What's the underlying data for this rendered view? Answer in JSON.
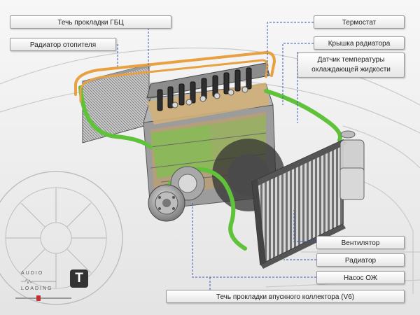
{
  "labels": {
    "head_gasket_leak": "Течь прокладки ГБЦ",
    "heater_radiator": "Радиатор отопителя",
    "thermostat": "Термостат",
    "radiator_cap": "Крышка радиатора",
    "coolant_temp_sensor": "Датчик температуры охлаждающей жидкости",
    "fan": "Вентилятор",
    "radiator": "Радиатор",
    "coolant_pump": "Насос ОЖ",
    "intake_gasket_leak": "Течь прокладки впускного коллектора (V6)"
  },
  "branding": {
    "audio": "AUDIO",
    "loading": "LOADING",
    "logo_letter": "T"
  },
  "colors": {
    "coolant_green": "#5fc23a",
    "heater_hose_orange": "#e8a040",
    "leader_line_blue": "#3b5bb5",
    "label_border": "#9a9a9a"
  }
}
